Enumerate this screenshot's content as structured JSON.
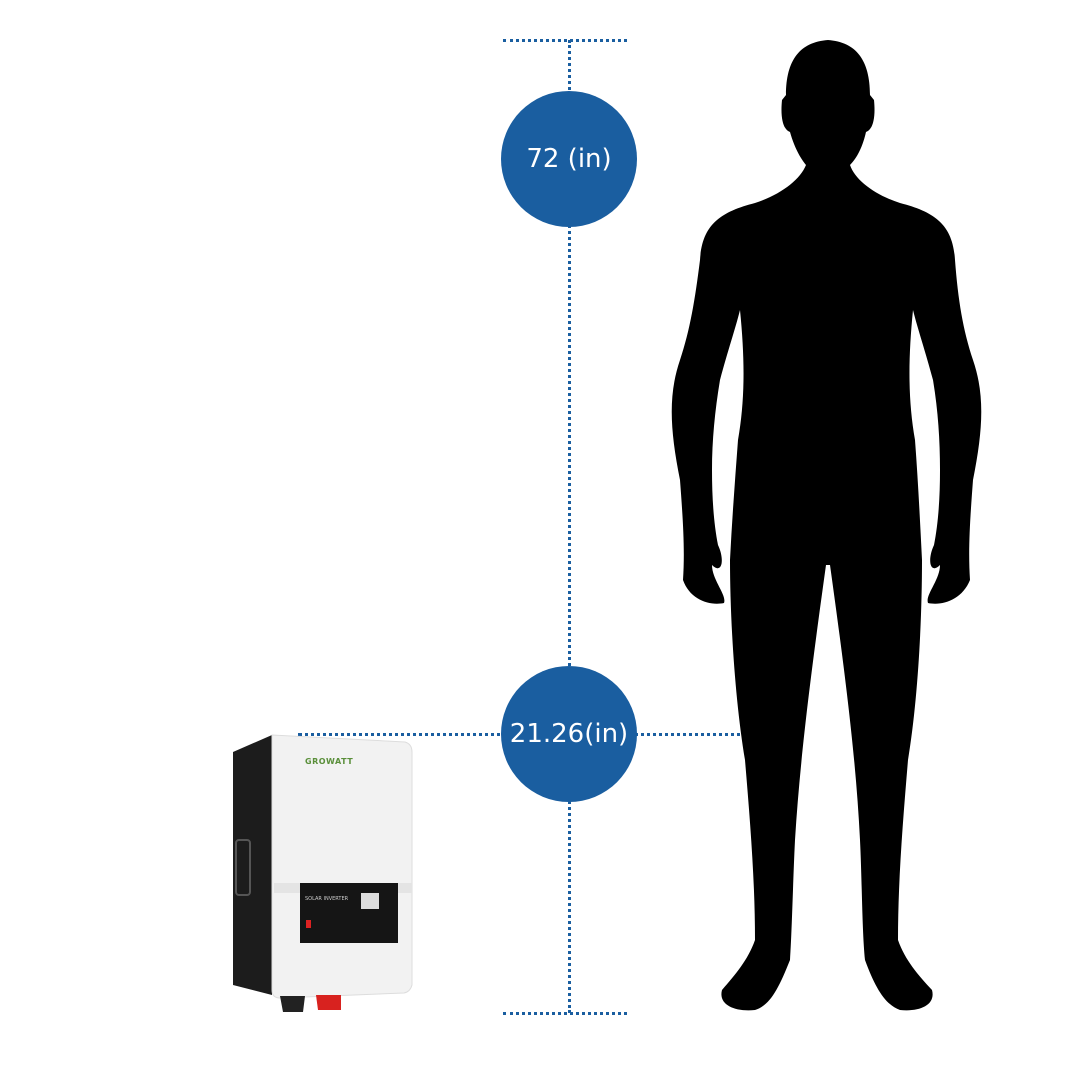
{
  "colors": {
    "accent": "#1a5ea0",
    "silhouette": "#000000",
    "brand_green": "#6cbf3a"
  },
  "measurements": {
    "human_height": "72 (in)",
    "device_height": "21.26(in)"
  },
  "device": {
    "brand_logo": "GROWATT",
    "panel_label": "SOLAR INVERTER"
  }
}
